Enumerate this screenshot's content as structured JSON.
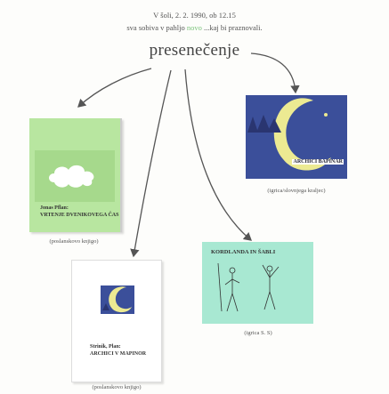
{
  "header": {
    "line1": "V šoli, 2. 2. 1990, ob 12.15",
    "line2_pre": "sva sobiva v pahljo",
    "line2_highlight": "novo",
    "line2_post": "...kaj bi praznovali.",
    "title": "presenečenje"
  },
  "cards": {
    "green": {
      "author": "Jonas Pflan:",
      "book": "VRTENJE DVENIKOVEGA ČAS",
      "caption": "(poslanskovo knjigo)"
    },
    "blue": {
      "book": "ARCHICI BAPINAR",
      "caption": "(igrica/slovnjega kraljec)"
    },
    "white": {
      "author": "Strinik, Plan:",
      "book": "ARCHICI V MAPINOR",
      "caption": "(poslanskovo knjigo)"
    },
    "teal": {
      "book": "KORDLANDA IN ŠABLI",
      "caption": "(igrica S. S)"
    }
  },
  "colors": {
    "green_card": "#b8e6a0",
    "blue_card": "#3b4f9a",
    "moon": "#ecea92",
    "teal_card": "#a8e8d2"
  }
}
